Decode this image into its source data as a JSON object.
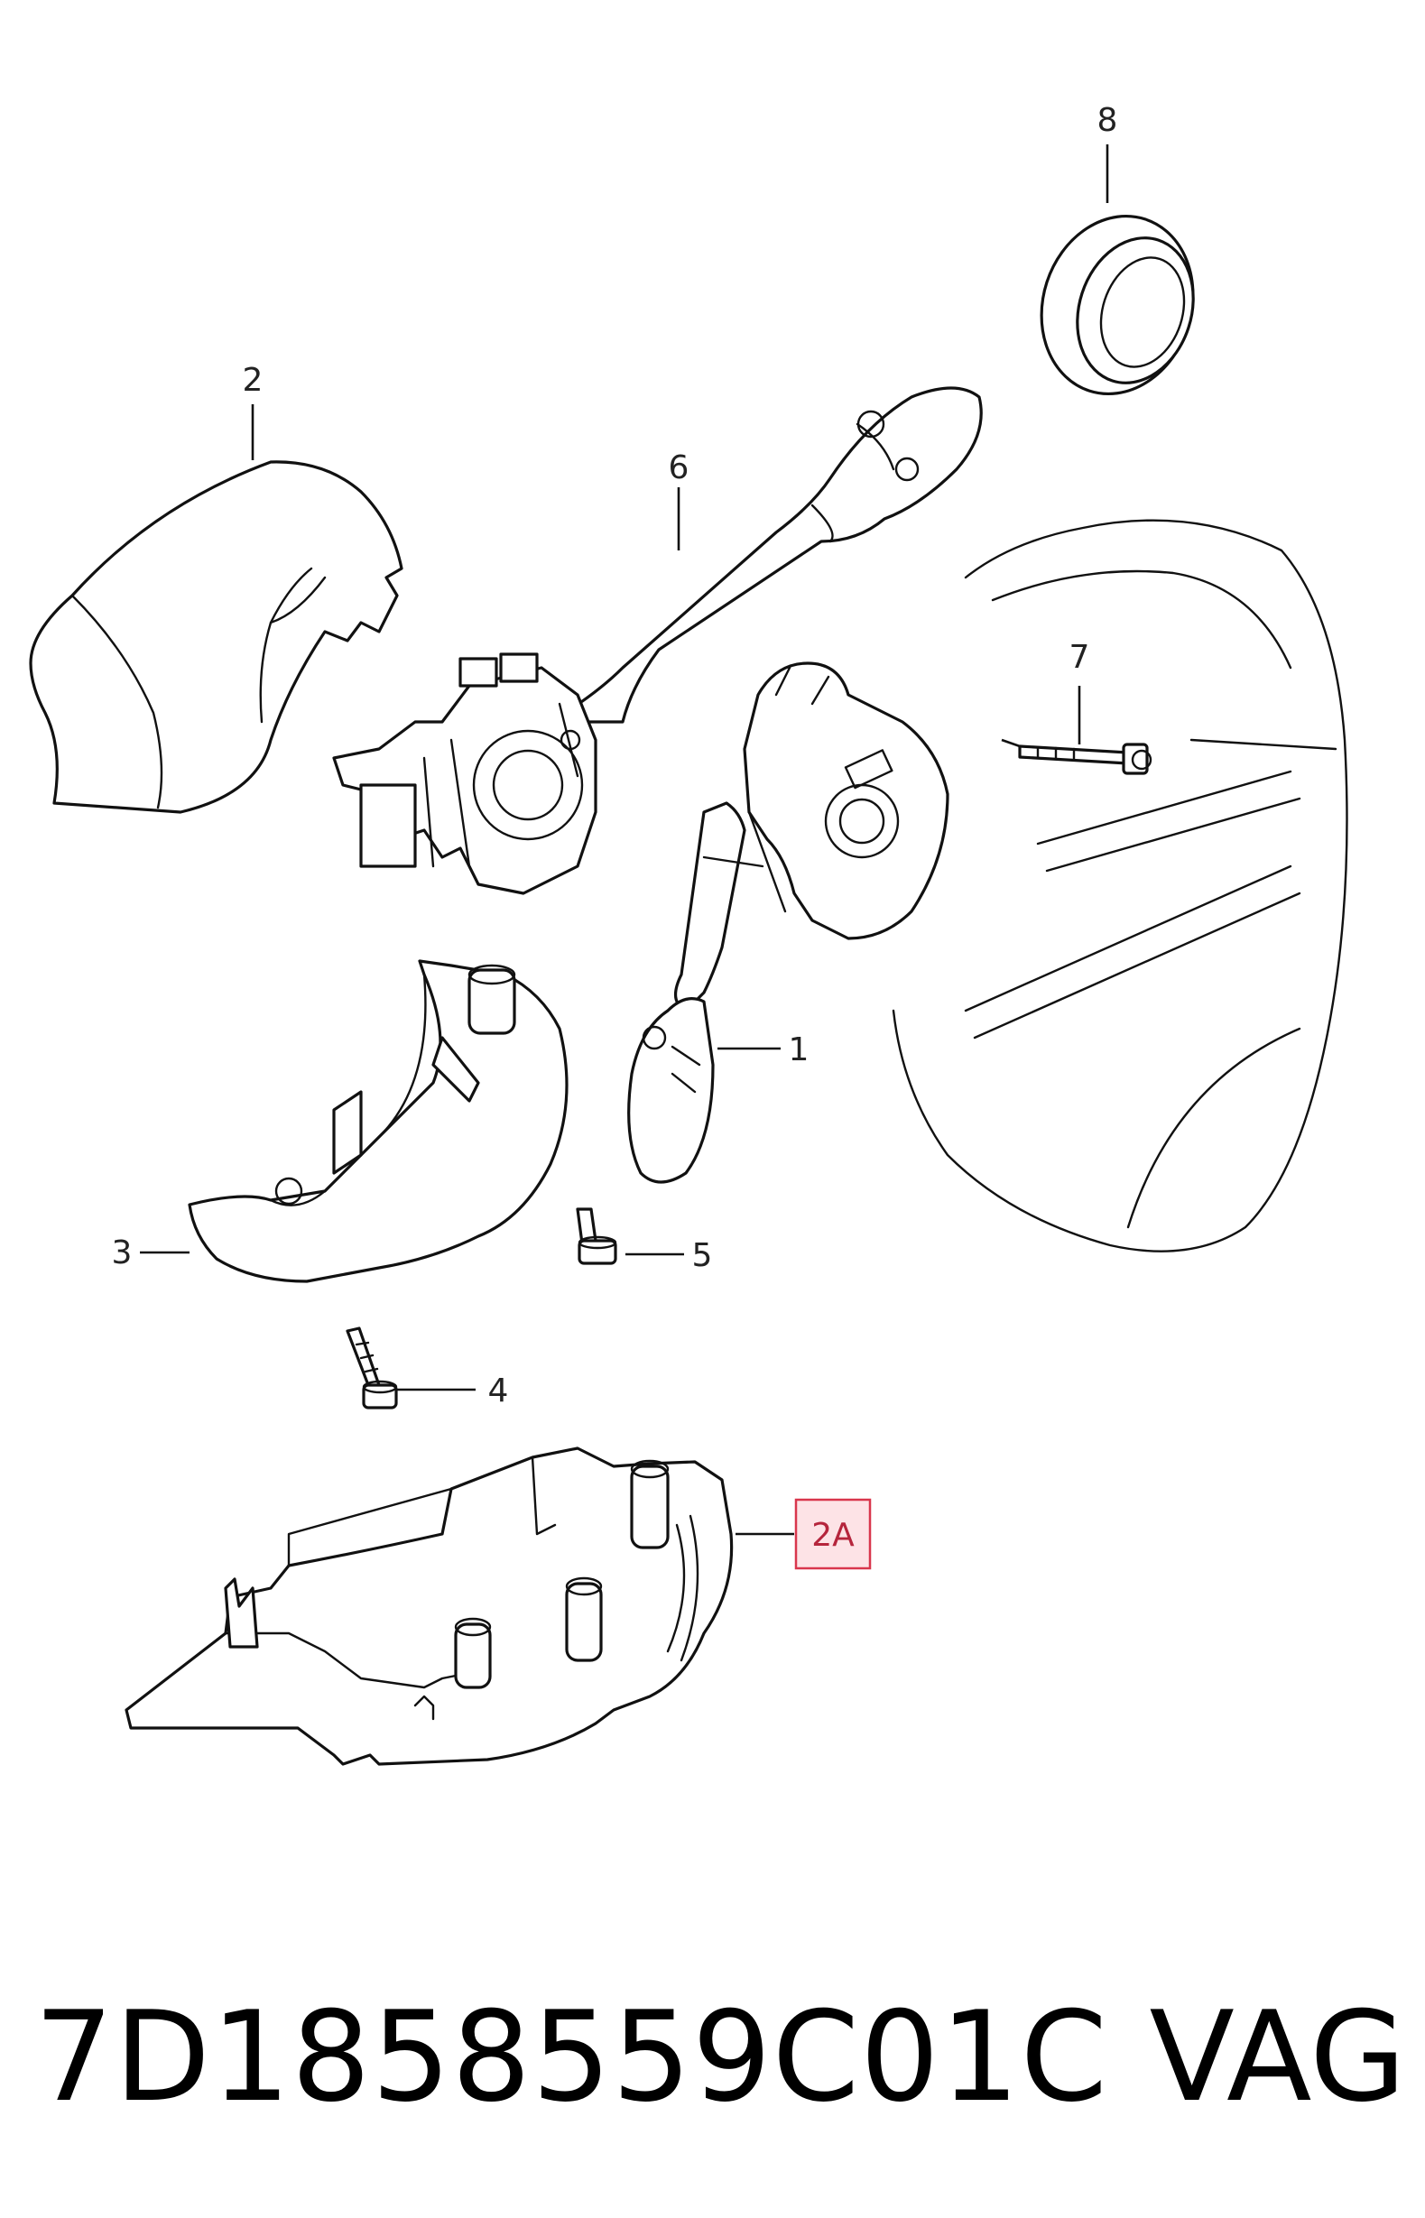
{
  "diagram": {
    "callouts": [
      {
        "id": "1",
        "label": "1",
        "highlighted": false
      },
      {
        "id": "2",
        "label": "2",
        "highlighted": false
      },
      {
        "id": "2A",
        "label": "2A",
        "highlighted": true
      },
      {
        "id": "3",
        "label": "3",
        "highlighted": false
      },
      {
        "id": "4",
        "label": "4",
        "highlighted": false
      },
      {
        "id": "5",
        "label": "5",
        "highlighted": false
      },
      {
        "id": "6",
        "label": "6",
        "highlighted": false
      },
      {
        "id": "7",
        "label": "7",
        "highlighted": false
      },
      {
        "id": "8",
        "label": "8",
        "highlighted": false
      }
    ],
    "highlight_color": "#d9364c",
    "highlight_fill": "#fde3e6"
  },
  "footer": {
    "part_number": "7D1858559C01C",
    "brand": "VAG"
  }
}
